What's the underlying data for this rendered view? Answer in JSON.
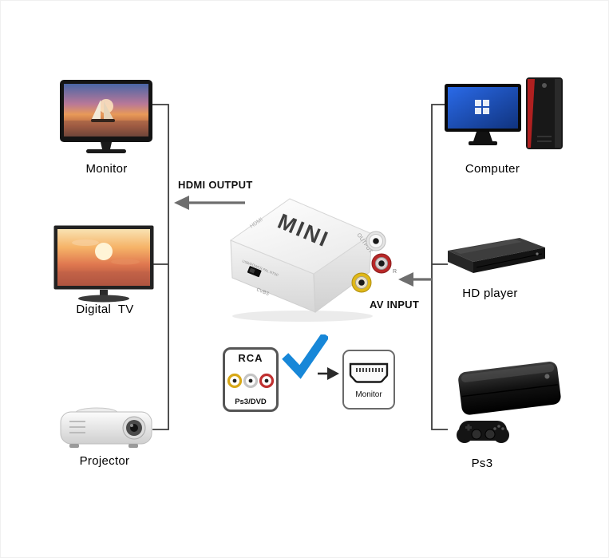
{
  "diagram": {
    "left_devices": [
      {
        "label": "Monitor"
      },
      {
        "label": "Digital  TV"
      },
      {
        "label": "Projector"
      }
    ],
    "right_devices": [
      {
        "label": "Computer"
      },
      {
        "label": "HD player"
      },
      {
        "label": "Ps3"
      }
    ],
    "arrows": {
      "output_label": "HDMI OUTPUT",
      "input_label": "AV INPUT"
    },
    "converter": {
      "brand": "MINI",
      "top_small_label": "HDMI",
      "side_label": "OUTPUT",
      "switch_label": "USB/POWER PAL NTSC",
      "front_label": "CVBS",
      "jack_label": "R"
    },
    "rca_badge": {
      "title": "RCA",
      "subtitle": "Ps3/DVD"
    },
    "hdmi_badge": {
      "label": "Monitor"
    },
    "colors": {
      "rca_yellow": "#e0b818",
      "rca_white": "#f5f5f5",
      "rca_red": "#b82828",
      "check_blue": "#1787d8",
      "line_gray": "#3d3d3d"
    }
  }
}
